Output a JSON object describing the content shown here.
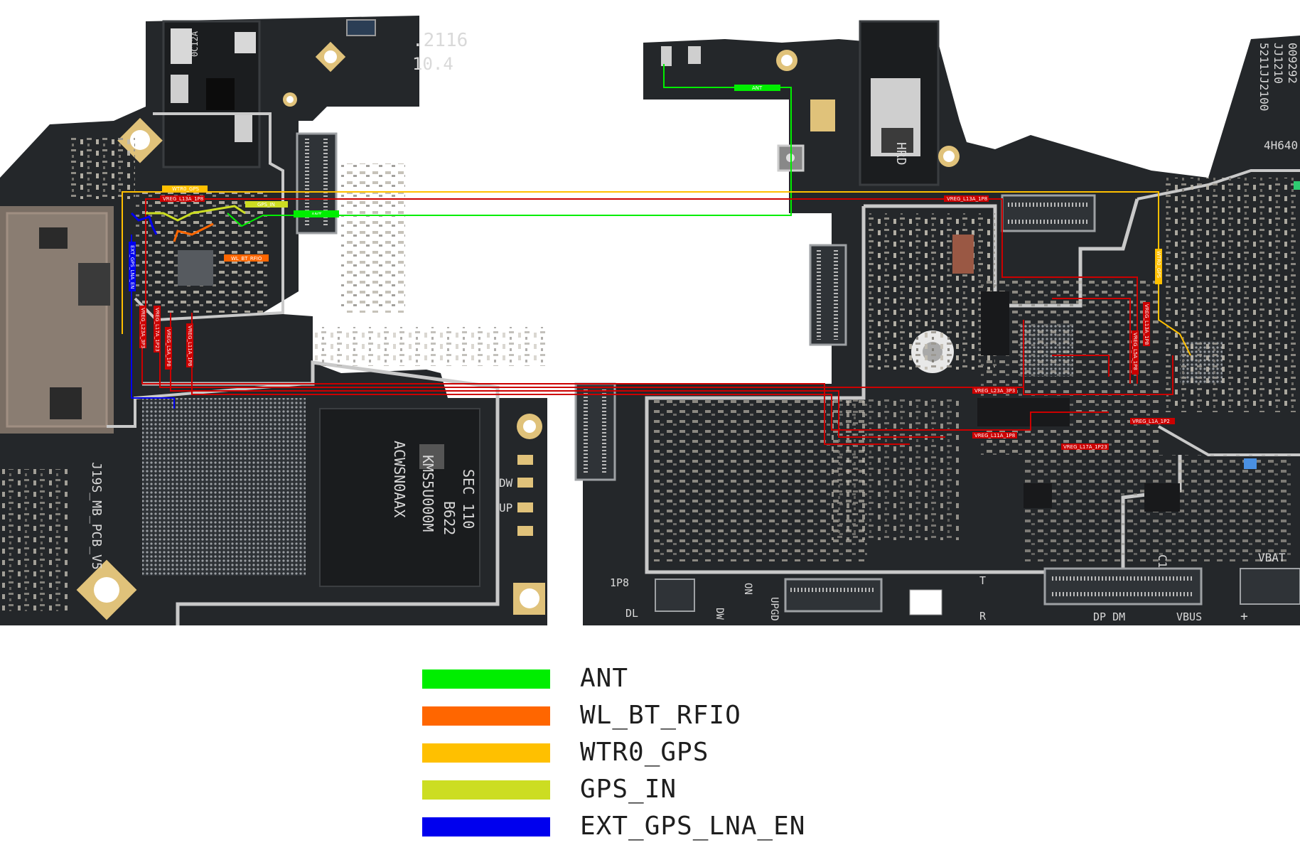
{
  "colors": {
    "ant": "#00ee00",
    "wl_bt_rfio": "#ff6600",
    "wtr0_gps": "#ffc000",
    "gps_in": "#ccdd22",
    "ext_gps_lna_en": "#0000ee",
    "vreg": "#cc0000",
    "pcb": "#24272a",
    "gold_pad": "#e0c27a"
  },
  "legend": {
    "items": [
      {
        "label": "ANT",
        "color": "#00ee00"
      },
      {
        "label": "WL_BT_RFIO",
        "color": "#ff6600"
      },
      {
        "label": "WTR0_GPS",
        "color": "#ffc000"
      },
      {
        "label": "GPS_IN",
        "color": "#ccdd22"
      },
      {
        "label": "EXT_GPS_LNA_EN",
        "color": "#0000ee"
      }
    ]
  },
  "board_left": {
    "silkscreen": {
      "date_code": ".2116",
      "version": "10.4",
      "pcb_name": "J19S_MB_PCB_V5",
      "chip_marking_1": "SEC 110",
      "chip_marking_2": "B622",
      "chip_marking_3": "KMS5U000M",
      "chip_marking_4": "ACWSN0AAX",
      "jack_marking": "0C12A",
      "btn_dw": "DW",
      "btn_up": "UP"
    },
    "net_labels": {
      "wtr0_gps": "WTR0_GPS",
      "vreg_l13a_1p8": "VREG_L13A_1P8",
      "gps_in": "GPS_IN",
      "ant": "ANT",
      "wl_bt_rfio": "WL_BT_RFIO",
      "ext_gps_lna_en": "EXT_GPS_LNA_EN",
      "vreg_l23a_3p3": "VREG_L23A_3P3",
      "vreg_l17a_1p23": "VREG_L17A_1P23",
      "vreg_l5a_1p8": "VREG_L5A_1P8",
      "vreg_l11a_1p8": "VREG_L11A_1P8"
    }
  },
  "board_right": {
    "silkscreen": {
      "top_code_1": "5211JJ2100",
      "top_code_2": "JJ1210",
      "top_code_3": "009292",
      "top_code_4": "4H640",
      "jack_text": "HRD",
      "label_1p8": "1P8",
      "label_dl": "DL",
      "label_on": "ON",
      "label_dw": "DW",
      "label_upgd": "UPGD",
      "label_t": "T",
      "label_r": "R",
      "label_dp_dm": "DP DM",
      "label_vbus": "VBUS",
      "label_vbat": "VBAT",
      "label_c1": "C1",
      "label_plus": "+"
    },
    "net_labels": {
      "ant": "ANT",
      "vreg_l13a_1p8": "VREG_L13A_1P8",
      "wtr0_gps": "WTR0_GPS",
      "vreg_l13a_1p8_b": "VREG_L13A_1P8",
      "vreg_l5a_1p8": "VREG_L5A_1P8",
      "vreg_l23a_3p3": "VREG_L23A_3P3",
      "vreg_l11a_1p8": "VREG_L11A_1P8",
      "vreg_l17a_1p23": "VREG_L17A_1P23",
      "vreg_l1a_1p2": "VREG_L1A_1P2"
    }
  }
}
